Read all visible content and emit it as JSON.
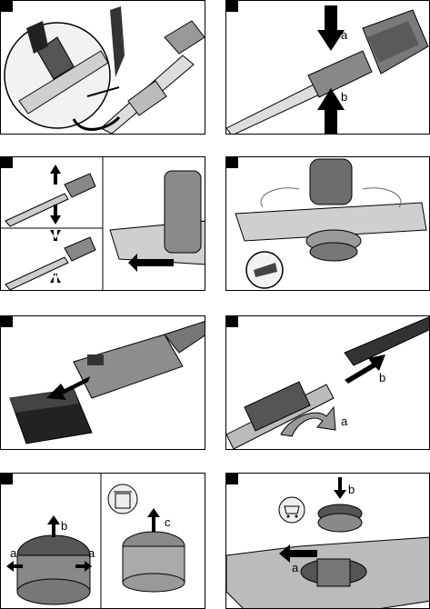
{
  "panels": [
    {
      "id": "p1",
      "callouts": []
    },
    {
      "id": "p2",
      "callouts": [
        "a",
        "b"
      ]
    },
    {
      "id": "p3",
      "callouts": []
    },
    {
      "id": "p4",
      "callouts": []
    },
    {
      "id": "p5",
      "callouts": []
    },
    {
      "id": "p6",
      "callouts": [
        "b",
        "a"
      ]
    },
    {
      "id": "p7",
      "callouts": [
        "b",
        "c",
        "a",
        "a"
      ]
    },
    {
      "id": "p8",
      "callouts": [
        "b",
        "a"
      ]
    }
  ],
  "icons": {
    "trash": "trash-can-icon",
    "cart": "shopping-cart-icon"
  }
}
